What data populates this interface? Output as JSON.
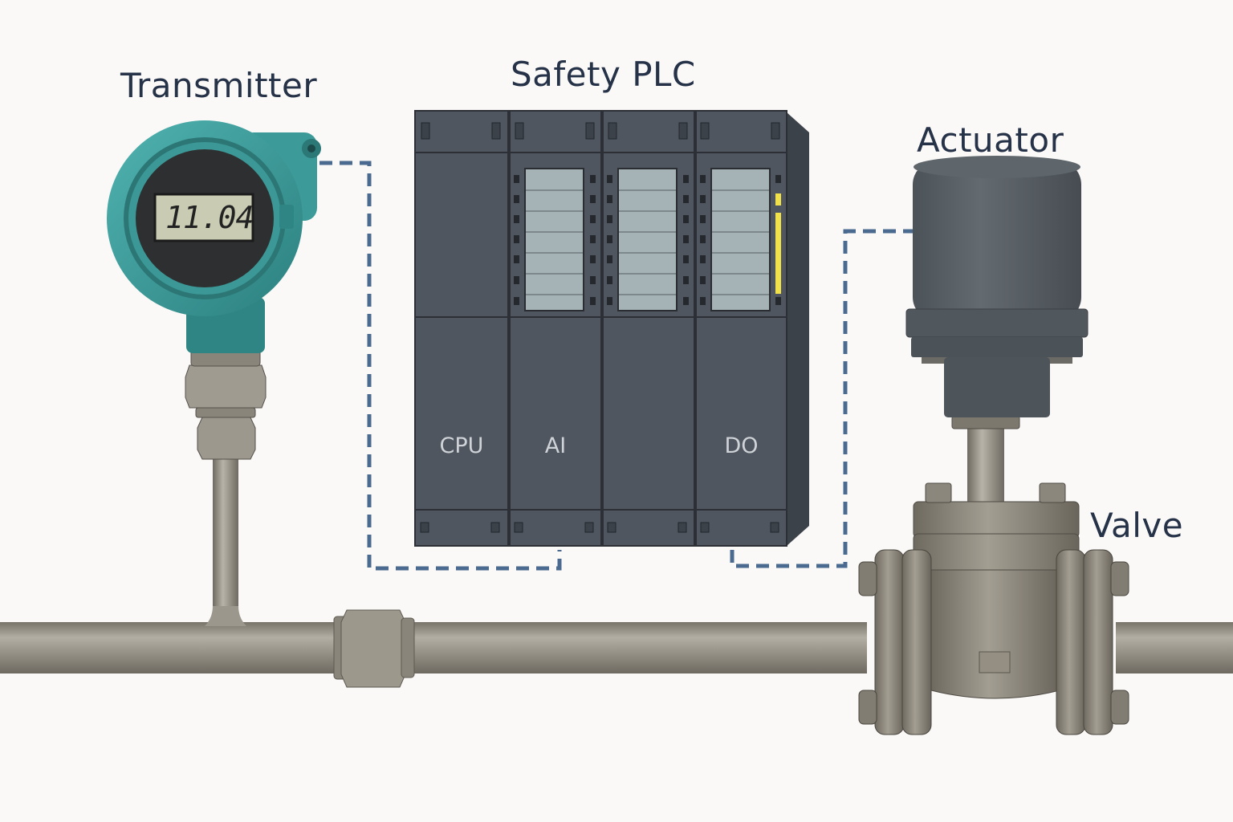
{
  "labels": {
    "transmitter": "Transmitter",
    "plc": "Safety PLC",
    "actuator": "Actuator",
    "valve": "Valve"
  },
  "transmitter": {
    "display_value": "11.04",
    "body_color": "#3a9e9c"
  },
  "plc": {
    "modules": [
      {
        "id": "cpu",
        "label": "CPU"
      },
      {
        "id": "ai",
        "label": "AI"
      },
      {
        "id": "io3",
        "label": ""
      },
      {
        "id": "do",
        "label": "DO"
      }
    ],
    "body_color": "#4d5560",
    "status_led_color": "#f0e04a"
  },
  "connections": [
    {
      "from": "Transmitter",
      "to": "AI module",
      "style": "dashed",
      "color": "#4a6a8f"
    },
    {
      "from": "DO module",
      "to": "Actuator",
      "style": "dashed",
      "color": "#4a6a8f"
    }
  ],
  "colors": {
    "background": "#faf9f7",
    "label_text": "#263248",
    "pipe": "#8c877c",
    "actuator": "#565d63"
  }
}
